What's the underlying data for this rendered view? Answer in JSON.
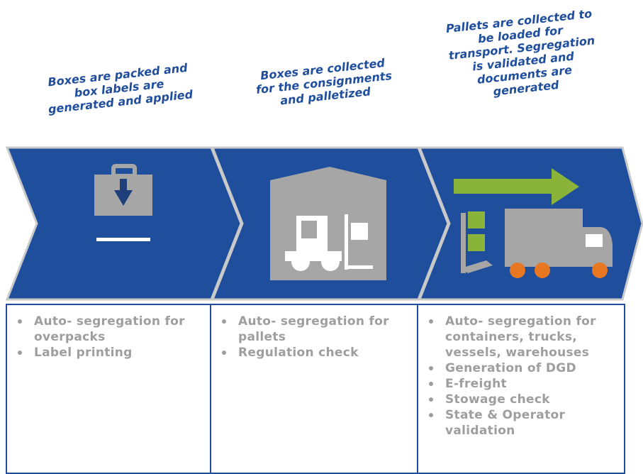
{
  "colors": {
    "chevron_fill": "#1f4e9d",
    "chevron_outline": "#c9c9c9",
    "icon_gray": "#a6a6a6",
    "arrow_green": "#8ab33a",
    "wheel_orange": "#e87722",
    "text_gray": "#9e9e9e",
    "caption_blue": "#1f4e9d"
  },
  "steps": [
    {
      "caption": "Boxes are packed and\nbox labels are\ngenerated and applied",
      "icon": "box-download-icon",
      "bullets": [
        "Auto- segregation for overpacks",
        "Label printing"
      ]
    },
    {
      "caption": "Boxes are collected\nfor the consignments\nand palletized",
      "icon": "warehouse-forklift-icon",
      "bullets": [
        "Auto- segregation for pallets",
        "Regulation check"
      ]
    },
    {
      "caption": "Pallets are collected to\nbe loaded for\ntransport. Segregation\nis validated and\ndocuments are\ngenerated",
      "icon": "truck-loading-icon",
      "bullets": [
        "Auto- segregation for containers, trucks, vessels, warehouses",
        "Generation of DGD",
        "E-freight",
        "Stowage check",
        "State & Operator validation"
      ]
    }
  ]
}
